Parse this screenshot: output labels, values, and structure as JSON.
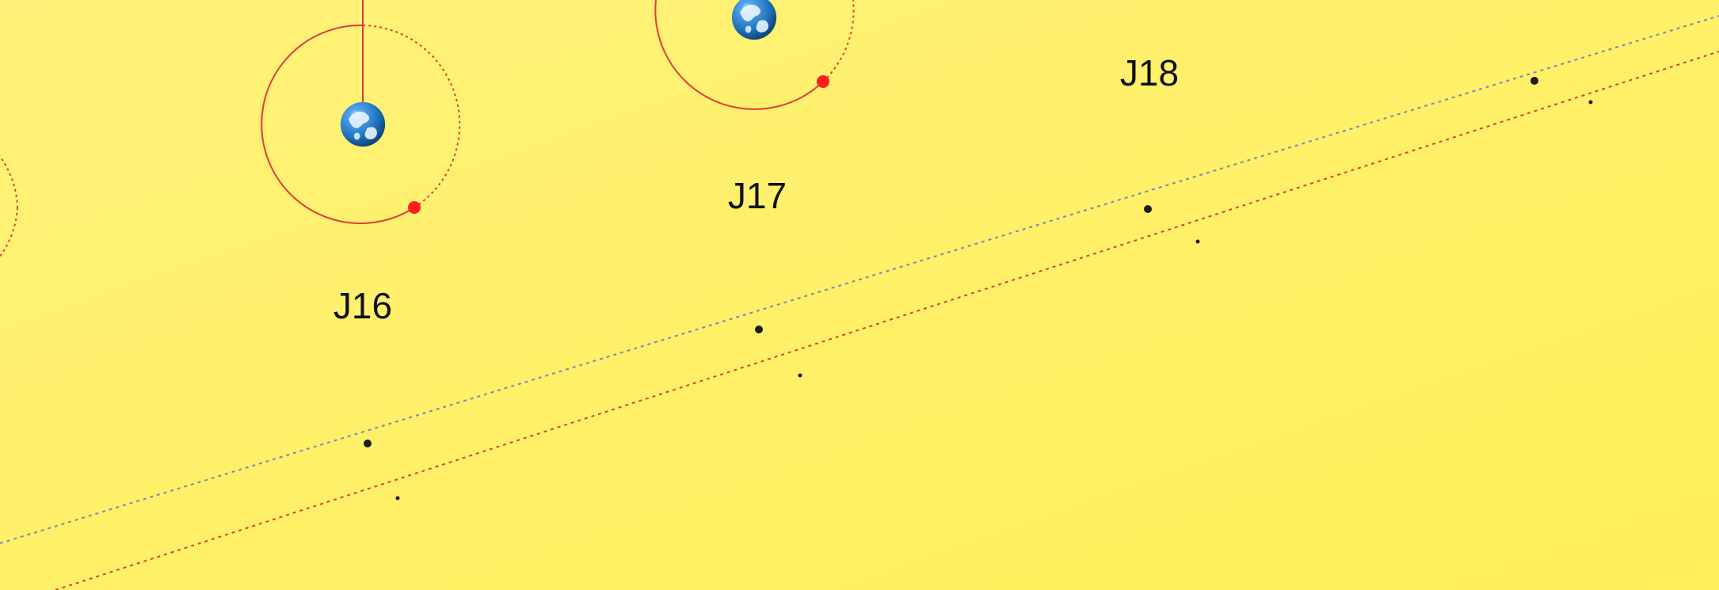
{
  "labels": {
    "j16": "J16",
    "j17": "J17",
    "j18": "J18"
  },
  "icons": {
    "earth": "earth-globe-icon",
    "position_dot": "red-dot-icon",
    "moon_marker": "black-dot-icon"
  },
  "colors": {
    "background_start": "#fff27a",
    "background_end": "#ffee58",
    "orbit_red": "#e23b3b",
    "path_blue": "#7f84b8",
    "path_red": "#e23b3b",
    "marker_black": "#1c1c1c",
    "earth_ocean": "#1f73bd",
    "earth_ocean_light": "#68b9ff",
    "earth_land": "#e9f5ff"
  }
}
